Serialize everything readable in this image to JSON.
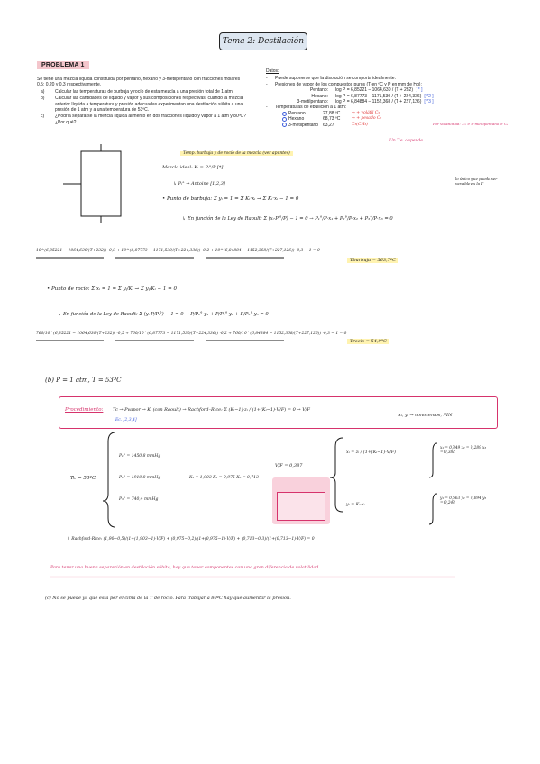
{
  "title": "Tema 2: Destilación",
  "problem": {
    "tag": "PROBLEMA 1",
    "intro": "Se tiene una mezcla líquida constituida por pentano, hexano y 3-metilpentano con fracciones molares 0,5; 0,20 y 0,3 respectivamente.",
    "items": [
      {
        "letter": "a)",
        "text": "Calcular las temperaturas de burbuja y rocío de esta mezcla a una presión total de 1 atm."
      },
      {
        "letter": "b)",
        "text": "Calcular las cantidades de líquido y vapor y sus composiciones respectivas, cuando la mezcla anterior líquida a temperatura y presión adecuadas experimentan una destilación súbita a una presión de 1 atm y a una temperatura de 53ºC."
      },
      {
        "letter": "c)",
        "text": "¿Podría separarse la mezcla líquida alimento en dos fracciones líquido y vapor a 1 atm y 80ºC? ¿Por qué?"
      }
    ]
  },
  "datos": {
    "heading": "Datos:",
    "bullet1": "Puede suponerse que la disolución se comporta idealmente.",
    "bullet2": "Presiones de vapor de los compuestos puros (T en ºC y P en mm de Hg):",
    "antoine": [
      {
        "name": "Pentano:",
        "formula": "log P = 6,85221 – 1064,630 / (T + 232)",
        "ref": "[ * ]"
      },
      {
        "name": "Hexano:",
        "formula": "log P = 6,87773 – 1171,530 / (T + 224,336)",
        "ref": "[ *2 ]"
      },
      {
        "name": "3-metilpentano:",
        "formula": "log P = 6,84884 – 1152,368 / (T + 227,126)",
        "ref": "[ *3 ]"
      }
    ],
    "bullet3": "Temperaturas de ebullición a 1 atm:",
    "boiling": [
      {
        "name": "Pentano",
        "value": "27,88 ºC",
        "note": "→ + volátil  C₅"
      },
      {
        "name": "Hexano",
        "value": "68,73 ºC",
        "note": "→ + pesado  C₆"
      },
      {
        "name": "3-metilpentano",
        "value": "63,27",
        "note": "C₅(CH₃)"
      }
    ],
    "side_note_1": "Por volatilidad: C₅ > 3-metilpentano > C₆",
    "side_note_2": "Un T.e. depende"
  },
  "handwritten": {
    "part_a_title": "Temp. burbuja y de rocío de la mezcla (ver apuntes)",
    "mezcla_ideal": "Mezcla ideal: Kᵢ = Pᵢ°/P  [*]",
    "pi_antoine": "↳ Pᵢ° → Antoine [1,2,3]",
    "punto_burbuja": "• Punto de burbuja: Σ yᵢ = 1 = Σ Kᵢ·xᵢ  →  Σ Kᵢ·xᵢ − 1 = 0",
    "raoult_b": "↳ En función de la Ley de Raoult: Σ (xᵢ·Pᵢ°/P) − 1 = 0  →  P₁°/P·x₁ + P₂°/P·x₂ + P₃°/P·x₃ = 0",
    "annot_right": "lo único que puede ser variable es la T",
    "eq_burbuja": "10^(6,85221 − 1064,630/(T+232)) ·0,5 + 10^(6,87773 − 1171,530/(T+224,336)) ·0,2 + 10^(6,84884 − 1152,368/(T+227,126)) ·0,3 − 1 = 0",
    "t_burbuja": "Tburbuja = 563,7ºC",
    "punto_rocio": "• Punto de rocío: Σ xᵢ = 1 = Σ yᵢ/Kᵢ  →  Σ yᵢ/Kᵢ − 1 = 0",
    "raoult_r": "↳ En función de la Ley de Raoult: Σ (yᵢ·P/Pᵢ°) − 1 = 0  →  P/P₁°·y₁ + P/P₂°·y₂ + P/P₃°·y₃ = 0",
    "eq_rocio": "760/10^(6,85221 − 1064,630/(T+232)) ·0,5 + 760/10^(6,87773 − 1171,530/(T+224,336)) ·0,2 + 760/10^(6,84884 − 1152,368/(T+227,126)) ·0,3 − 1 = 0",
    "t_rocio": "Trocío = 54,9ºC",
    "part_b": "(b) P = 1 atm,  T = 53ºC",
    "procedimiento": "Procedimiento:",
    "proc_chain": "Tc → Pvapor → Kᵢ (con Raoult) → Rachford–Rice:  Σ (Kᵢ−1)·zᵢ / (1+(Kᵢ−1)·V/F) = 0  → V/F",
    "proc_result": "xᵢ, yᵢ → conocemos, FIN",
    "proc_ref": "Ec. [2,3,4]",
    "tc_53": "Tc = 53ºC",
    "p1": "P₁° = 1450,8 mmHg",
    "p2": "P₂° = 1910,8 mmHg",
    "p3": "P₃° = 740,4 mmHg",
    "k_vals": "K₁ = 1,903   K₂ = 0,975   K₃ = 0,713",
    "vf": "V/F = 0,387",
    "xi": "xᵢ = zᵢ / (1+(Kᵢ−1)·V/F)",
    "yi": "yᵢ = Kᵢ·xᵢ",
    "x_results": "x₁ = 0,349  x₂ = 0,289  x₃ = 0,382",
    "y_results": "y₁ = 0,663  y₂ = 0,094  y₃ = 0,243",
    "rachford_expanded": "↳ Rachford-Rice: (1,90−0,5)/(1+(1,903−1)·V/F) + (0,975−0,2)/(1+(0,975−1)·V/F) + (0,713−0,3)/(1+(0,713−1)·V/F) = 0",
    "conclusion_b": "Para tener una buena separación en destilación súbita, hay que tener componentes con una gran diferencia de volatilidad.",
    "part_c": "(c) No se puede ya que está por encima de la T de rocío. Para trabajar a 80ºC hay que aumentar la presión."
  }
}
